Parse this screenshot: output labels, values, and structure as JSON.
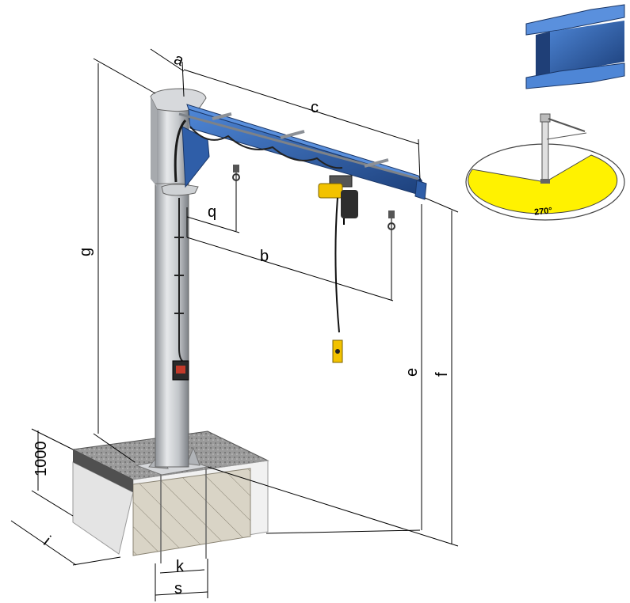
{
  "dimensions": {
    "a": "a",
    "b": "b",
    "c": "c",
    "e": "e",
    "f": "f",
    "g": "g",
    "i": "i",
    "k": "k",
    "q": "q",
    "s": "s",
    "foundation_height": "1000"
  },
  "slewing_angle": "270°",
  "colors": {
    "boom": "#2f5ea8",
    "boom_dark": "#1f3f77",
    "hoist": "#f2c200",
    "slew_area": "#fff200",
    "column": "#c9ccd0",
    "concrete": "#4a4a4a"
  },
  "icons": {
    "beam": "i-beam-profile-icon",
    "slew": "slewing-range-icon"
  }
}
